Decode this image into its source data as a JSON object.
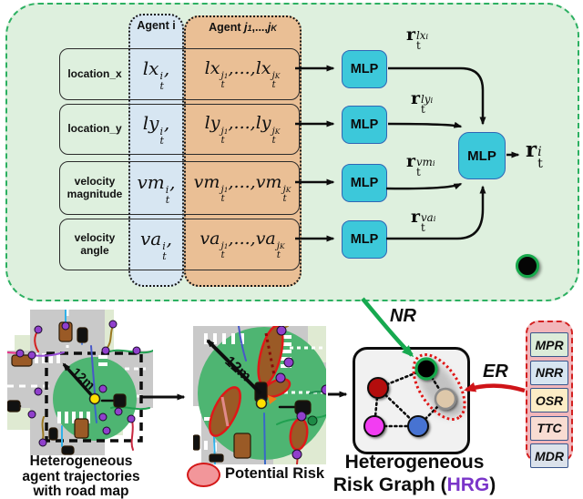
{
  "panel": {
    "agent_i_header": "Agent i",
    "agent_j": {
      "prefix": "Agent ",
      "j": "j",
      "sub1": "1",
      "dots": ",...,",
      "subK": "K"
    },
    "rows": [
      {
        "label": "location_x",
        "v": "lx"
      },
      {
        "label": "location_y",
        "v": "ly"
      },
      {
        "label": "velocity magnitude",
        "v": "vm"
      },
      {
        "label": "velocity angle",
        "v": "va"
      }
    ],
    "math": {
      "i": "i",
      "t": "t",
      "j": "j",
      "one": "1",
      "K": "K",
      "comma": ",",
      "dots": ",...,",
      "r": "r"
    },
    "mlp_label": "MLP"
  },
  "bottom": {
    "left_caption": [
      "Heterogeneous",
      "agent trajectories",
      "with road map"
    ],
    "radius_label": "12m",
    "legend_label": "Potential Risk",
    "nr_label": "NR",
    "er_label": "ER",
    "hrg_caption": {
      "line1": "Heterogeneous",
      "pre": "Risk Graph (",
      "hrg": "HRG",
      "post": ")"
    },
    "er_items": [
      "MPR",
      "NRR",
      "OSR",
      "TTC",
      "MDR"
    ]
  },
  "colors": {
    "panel_bg": "#def0de",
    "panel_border": "#2cb061",
    "agent_i_fill": "#d7e6f2",
    "agent_j_fill": "#eabf95",
    "mlp_fill": "#3cc8da",
    "mlp_border": "#2f66b5",
    "nr_arrow_green": "#16a94f",
    "er_arrow_red": "#cf1418",
    "hrg_text_purple": "#7a35c9",
    "node_black": "#050505",
    "node_ring_green": "#17a84b",
    "node_red": "#b31010",
    "node_tan": "#dec8aa",
    "node_magenta": "#f23cf2",
    "node_blue": "#4673d2",
    "risk_ellipse_fill": "#9a5a26",
    "risk_ellipse_stroke": "#e01818",
    "map_circle_green": "#4eb572",
    "road_gray": "#c9c9c9",
    "er_item_fills": [
      "#dcecd9",
      "#d7e5f1",
      "#fcedc6",
      "#f9dcd2",
      "#dbe2eb"
    ]
  }
}
